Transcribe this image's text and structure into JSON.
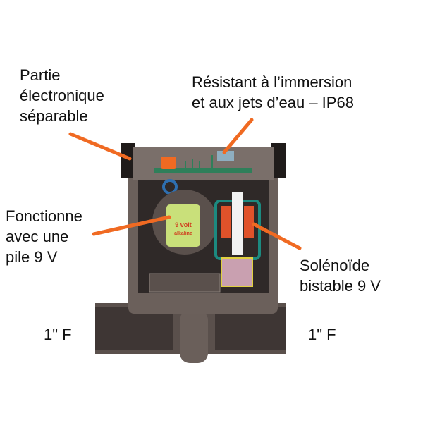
{
  "labels": {
    "electronics": [
      "Partie",
      "électronique",
      "séparable"
    ],
    "immersion": [
      "Résistant à l’immersion",
      "et aux jets d’eau – IP68"
    ],
    "battery": [
      "Fonctionne",
      "avec une",
      "pile 9 V"
    ],
    "solenoid": [
      "Solénoïde",
      "bistable 9 V"
    ],
    "inlet": "1\" F",
    "outlet": "1\" F"
  },
  "battery_text": [
    "9 volt",
    "alkaline"
  ],
  "colors": {
    "callout": "#f06a22",
    "body": "#4a4240",
    "pcb": "#2f7f5a",
    "battery": "#c9e07a",
    "coil": "#e0522a"
  }
}
